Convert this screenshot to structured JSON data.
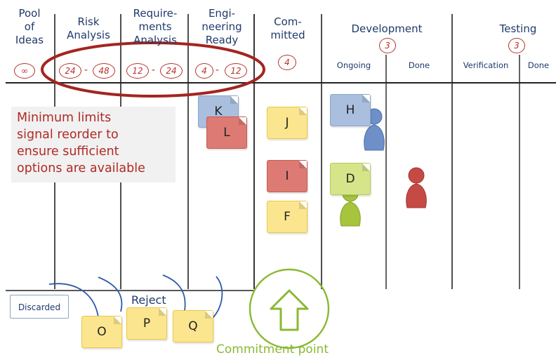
{
  "columns": {
    "pool": "Pool\nof\nIdeas",
    "risk": "Risk\nAnalysis",
    "requirements": "Require-\nments\nAnalysis",
    "engineering": "Engi-\nneering\nReady",
    "committed": "Com-\nmitted",
    "development": "Development",
    "testing": "Testing"
  },
  "subcolumns": {
    "ongoing": "Ongoing",
    "done": "Done",
    "verification": "Verification",
    "testing_done": "Done"
  },
  "limits": {
    "pool": "∞",
    "risk_min": "24",
    "risk_max": "48",
    "req_min": "12",
    "req_max": "24",
    "eng_min": "4",
    "eng_max": "12",
    "committed": "4",
    "development": "3",
    "testing": "3",
    "dash": "-"
  },
  "note": "Minimum limits\nsignal reorder to\nensure sufficient\noptions are available",
  "cards": {
    "k": "K",
    "l": "L",
    "j": "J",
    "i": "I",
    "f": "F",
    "h": "H",
    "d": "D",
    "o": "O",
    "p": "P",
    "q": "Q"
  },
  "labels": {
    "discarded": "Discarded",
    "reject": "Reject",
    "commitment": "Commitment point"
  },
  "colors": {
    "ink": "#1f3a6b",
    "limit_red": "#b8322b",
    "commit_green": "#8ab933",
    "worker_blue": "#6f8fc9",
    "worker_green": "#a6c43c",
    "worker_red": "#c64a44"
  },
  "icons": {
    "commit_arrow": "up-arrow-in-circle-icon",
    "worker": "game-pawn-icon"
  }
}
